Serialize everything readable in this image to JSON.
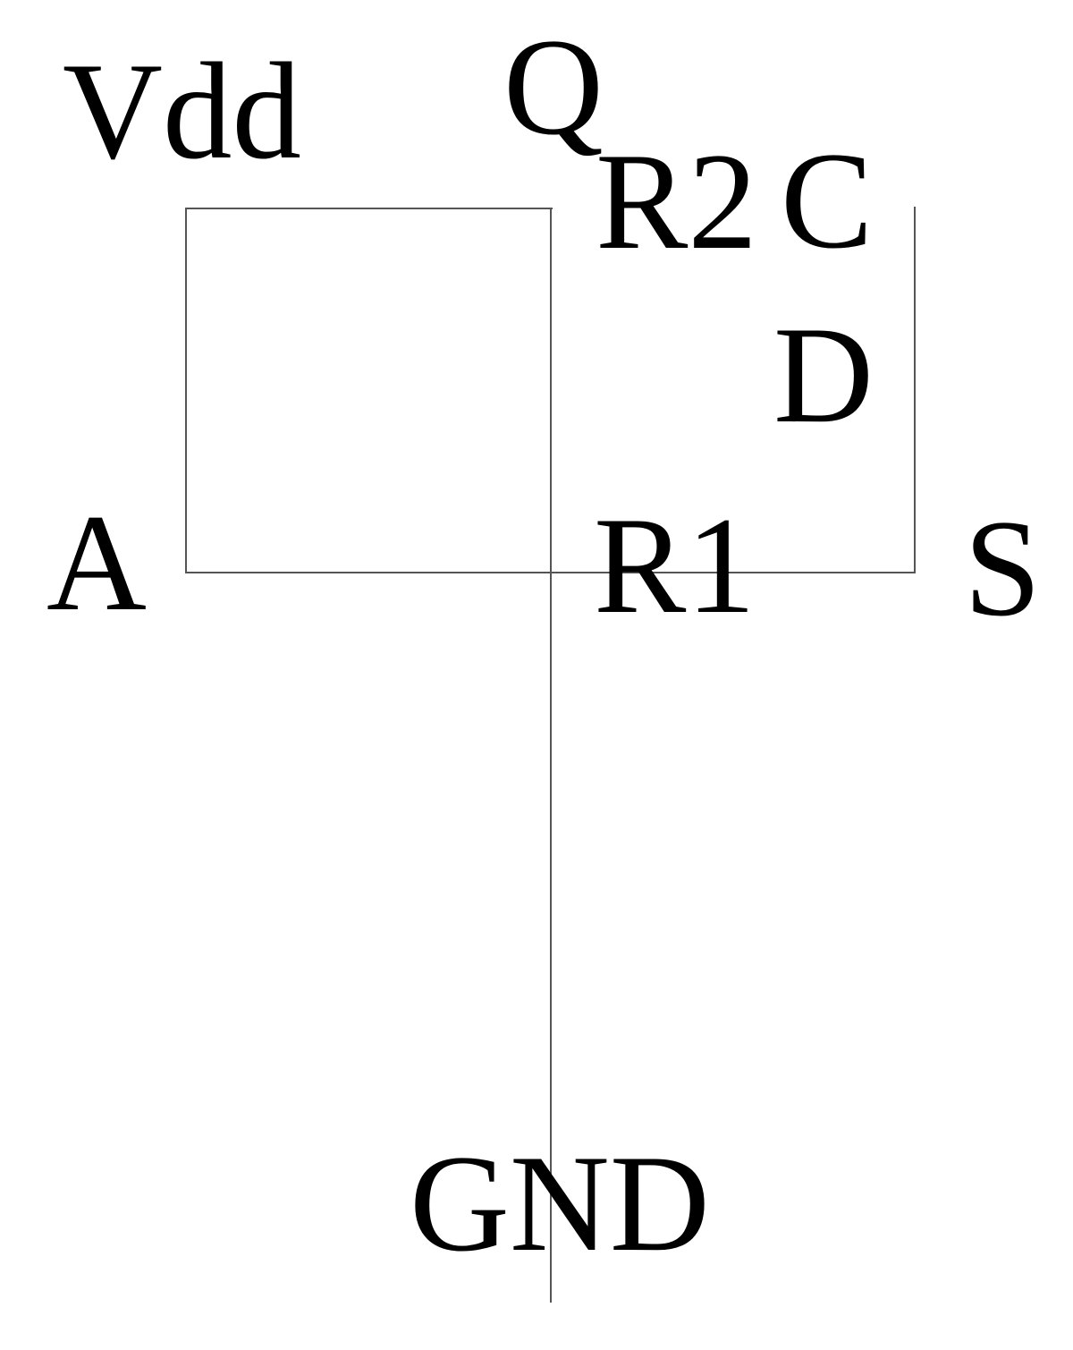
{
  "diagram": {
    "kind": "circuit-node-diagram",
    "labels": {
      "vdd": "Vdd",
      "q": "Q",
      "r2": "R2",
      "c": "C",
      "d": "D",
      "a": "A",
      "r1": "R1",
      "s": "S",
      "gnd": "GND"
    },
    "colors": {
      "background": "#ffffff",
      "wire": "#555555",
      "text": "#000000"
    }
  }
}
